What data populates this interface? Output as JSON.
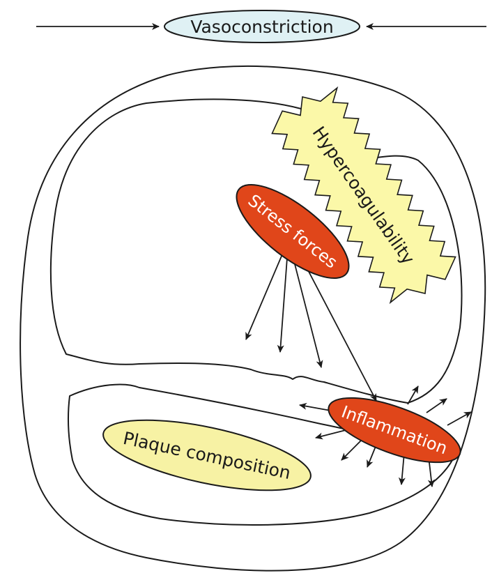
{
  "diagram": {
    "labels": {
      "vasoconstriction": "Vasoconstriction",
      "hypercoagulability": "Hypercoagulability",
      "stress_forces": "Stress forces",
      "inflammation": "Inflammation",
      "plaque_composition": "Plaque composition"
    },
    "colors": {
      "vasoconstriction_fill": "#dff1f4",
      "hypercoagulability_fill": "#fbf8a8",
      "stress_forces_fill": "#e0461a",
      "inflammation_fill": "#e0461a",
      "plaque_composition_fill": "#f7f2a4",
      "outline": "#1a1a1a"
    }
  }
}
